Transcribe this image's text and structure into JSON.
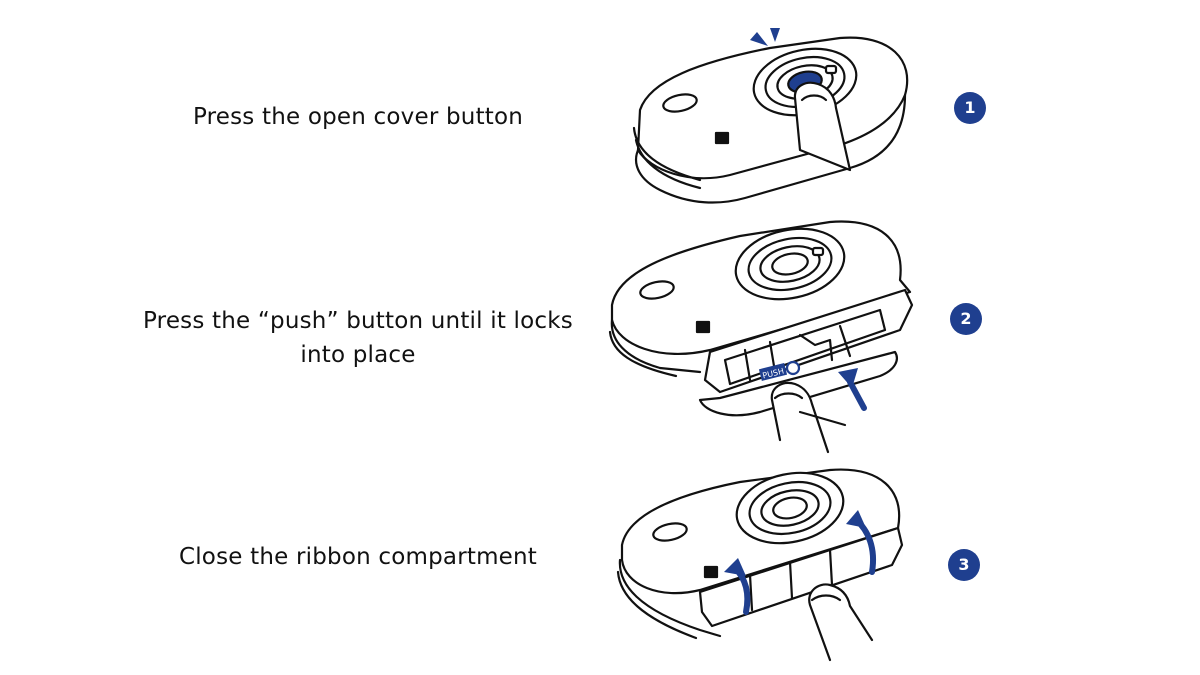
{
  "colors": {
    "accent": "#1f3f8f",
    "line": "#111111",
    "fill": "#ffffff"
  },
  "steps": [
    {
      "number": "1",
      "text": "Press the open cover button"
    },
    {
      "number": "2",
      "text": "Press the “push” button until it locks into place"
    },
    {
      "number": "3",
      "text": "Close the ribbon compartment"
    }
  ],
  "illustration": {
    "push_label": "PUSH"
  }
}
